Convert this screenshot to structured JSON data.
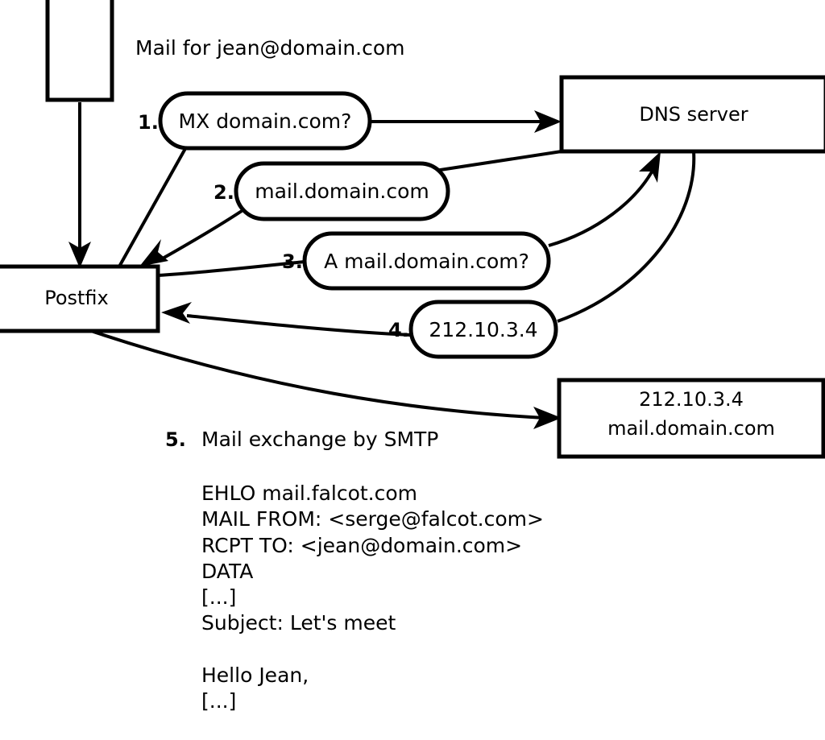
{
  "diagram": {
    "title_note": "Mail for jean@domain.com",
    "nodes": {
      "mail_source": {
        "label": ""
      },
      "postfix": {
        "label": "Postfix"
      },
      "dns_server": {
        "label": "DNS server"
      },
      "mail_server": {
        "line1": "212.10.3.4",
        "line2": "mail.domain.com"
      }
    },
    "steps": [
      {
        "num": "1.",
        "label": "MX domain.com?"
      },
      {
        "num": "2.",
        "label": "mail.domain.com"
      },
      {
        "num": "3.",
        "label": "A mail.domain.com?"
      },
      {
        "num": "4.",
        "label": "212.10.3.4"
      }
    ],
    "step5": {
      "num": "5.",
      "label": "Mail exchange by SMTP"
    },
    "smtp_transcript": [
      "EHLO mail.falcot.com",
      "MAIL FROM: <serge@falcot.com>",
      "RCPT TO: <jean@domain.com>",
      "DATA",
      "[...]",
      "Subject: Let's meet",
      "",
      "Hello Jean,",
      "[...]",
      "",
      "."
    ],
    "colors": {
      "stroke": "#000000",
      "fill": "#ffffff",
      "text": "#000000"
    }
  }
}
